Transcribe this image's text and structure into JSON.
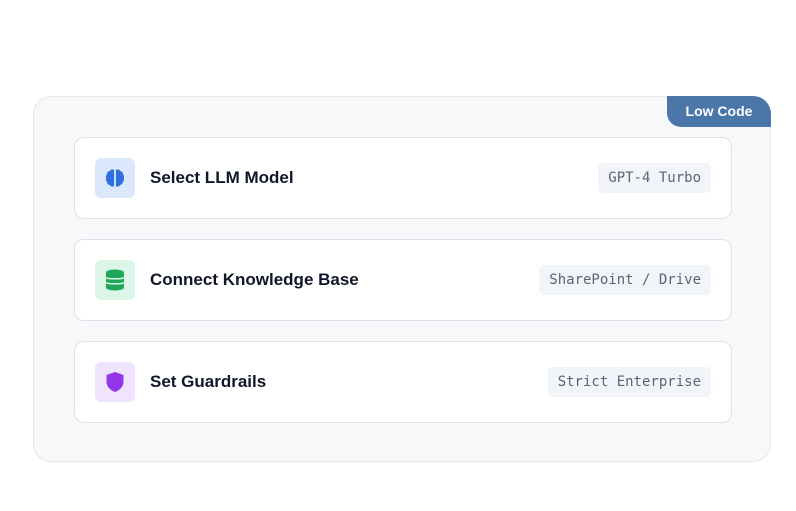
{
  "badge": {
    "label": "Low Code",
    "color": "#4a76a8"
  },
  "steps": [
    {
      "icon": "brain-icon",
      "icon_color": "#2f6fe0",
      "title": "Select LLM Model",
      "value": "GPT-4 Turbo"
    },
    {
      "icon": "database-icon",
      "icon_color": "#1fa75a",
      "title": "Connect Knowledge Base",
      "value": "SharePoint / Drive"
    },
    {
      "icon": "shield-icon",
      "icon_color": "#9336e8",
      "title": "Set Guardrails",
      "value": "Strict Enterprise"
    }
  ]
}
